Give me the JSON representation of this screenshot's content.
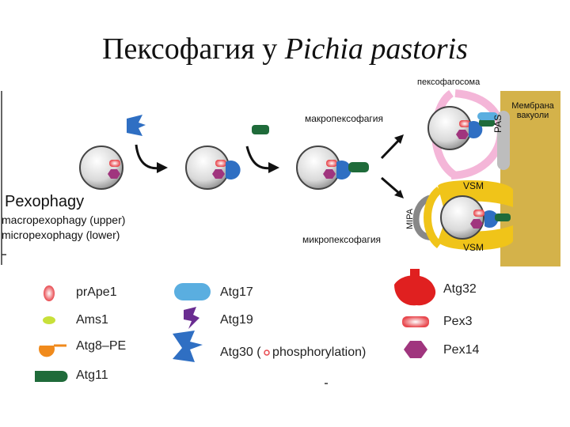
{
  "title": {
    "main": "Пексофагия у ",
    "species": "Pichia pastoris"
  },
  "labels": {
    "pexophagosome": "пексофагосома",
    "vacuole_membrane_line1": "Мембрана",
    "vacuole_membrane_line2": "вакуоли",
    "macro": "макропексофагия",
    "micro": "микропексофагия",
    "pas": "PAS",
    "vsm_top": "VSM",
    "vsm_bottom": "VSM",
    "mipa": "MIPA",
    "pexophagy": "Pexophagy",
    "macro_upper": "macropexophagy (upper)",
    "micro_lower": "micropexophagy (lower)"
  },
  "legend": [
    {
      "name": "prApe1",
      "icon": "prape1-icon"
    },
    {
      "name": "Ams1",
      "icon": "ams1-icon"
    },
    {
      "name": "Atg8–PE",
      "icon": "atg8pe-icon"
    },
    {
      "name": "Atg11",
      "icon": "atg11-icon"
    },
    {
      "name": "Atg17",
      "icon": "atg17-icon"
    },
    {
      "name": "Atg19",
      "icon": "atg19-icon"
    },
    {
      "name": "Atg30 (",
      "icon": "atg30-icon",
      "suffix": " phosphorylation)"
    },
    {
      "name": "Atg32",
      "icon": "atg32-icon"
    },
    {
      "name": "Pex3",
      "icon": "pex3-icon"
    },
    {
      "name": "Pex14",
      "icon": "pex14-icon"
    }
  ],
  "colors": {
    "vacuole": "#d4b24a",
    "atg30": "#2f6fc3",
    "atg11": "#1f6b3a",
    "atg17": "#5aaee0",
    "atg19": "#6a2d91",
    "atg32": "#e02020",
    "pex3": "#e8484e",
    "pex14": "#a0357e",
    "ams1": "#c8e03a",
    "atg8": "#f08a1c",
    "vsm": "#f0c419",
    "pink_membrane": "#f4b6d8",
    "mipa": "#888888"
  }
}
